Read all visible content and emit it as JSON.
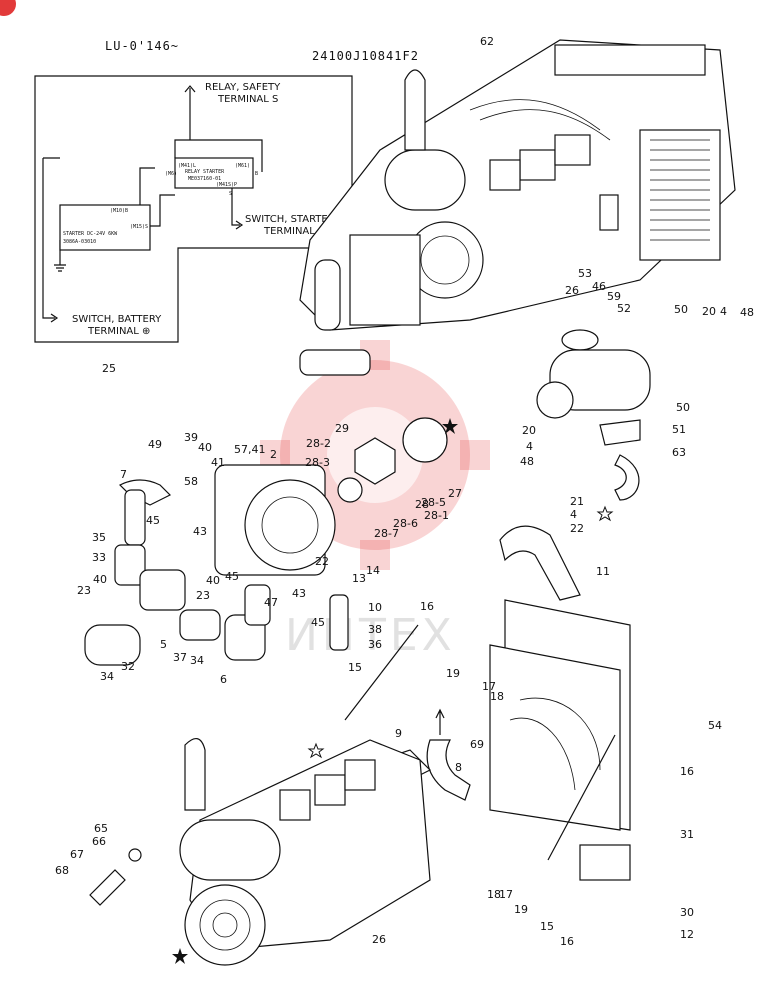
{
  "header": {
    "serial_range": "LU-0'146~",
    "drawing_number": "24100J10841F2"
  },
  "wiring": {
    "relay_safety": [
      "RELAY, SAFETY",
      "TERMINAL S"
    ],
    "switch_starter": [
      "SWITCH, STARTER",
      "TERMINAL C"
    ],
    "switch_battery": [
      "SWITCH, BATTERY",
      "TERMINAL ⊕"
    ],
    "relay_starter_box": [
      "RELAY STARTER",
      "ME037160-01"
    ],
    "starter_box": [
      "STARTER DC-24V 6KW",
      "3086A-03010"
    ],
    "terminals": [
      "(M41)L",
      "(M61)",
      "(M41S)P",
      "(M10)B",
      "(M15)S",
      "(M6)",
      "B",
      "S"
    ],
    "callout": "25"
  },
  "badge": {
    "color": "#e23a3a"
  },
  "watermark": {
    "text": "ИНТЕХ",
    "color": "#e23a3a"
  },
  "part_numbers": [
    "62",
    "53",
    "46",
    "59",
    "52",
    "26",
    "50",
    "20",
    "4",
    "48",
    "50",
    "20",
    "4",
    "48",
    "51",
    "63",
    "21",
    "4",
    "22",
    "11",
    "2",
    "29",
    "28-2",
    "28-3",
    "28",
    "28-5",
    "28-1",
    "28-6",
    "28-7",
    "27",
    "49",
    "39",
    "40",
    "41",
    "57,41",
    "7",
    "58",
    "45",
    "35",
    "33",
    "43",
    "40",
    "23",
    "5",
    "37",
    "34",
    "32",
    "34",
    "45",
    "40",
    "23",
    "6",
    "47",
    "43",
    "45",
    "22",
    "13",
    "14",
    "10",
    "38",
    "36",
    "15",
    "16",
    "19",
    "17",
    "18",
    "9",
    "69",
    "8",
    "54",
    "16",
    "65",
    "66",
    "67",
    "68",
    "26",
    "18",
    "17",
    "19",
    "15",
    "16",
    "31",
    "30",
    "12"
  ]
}
